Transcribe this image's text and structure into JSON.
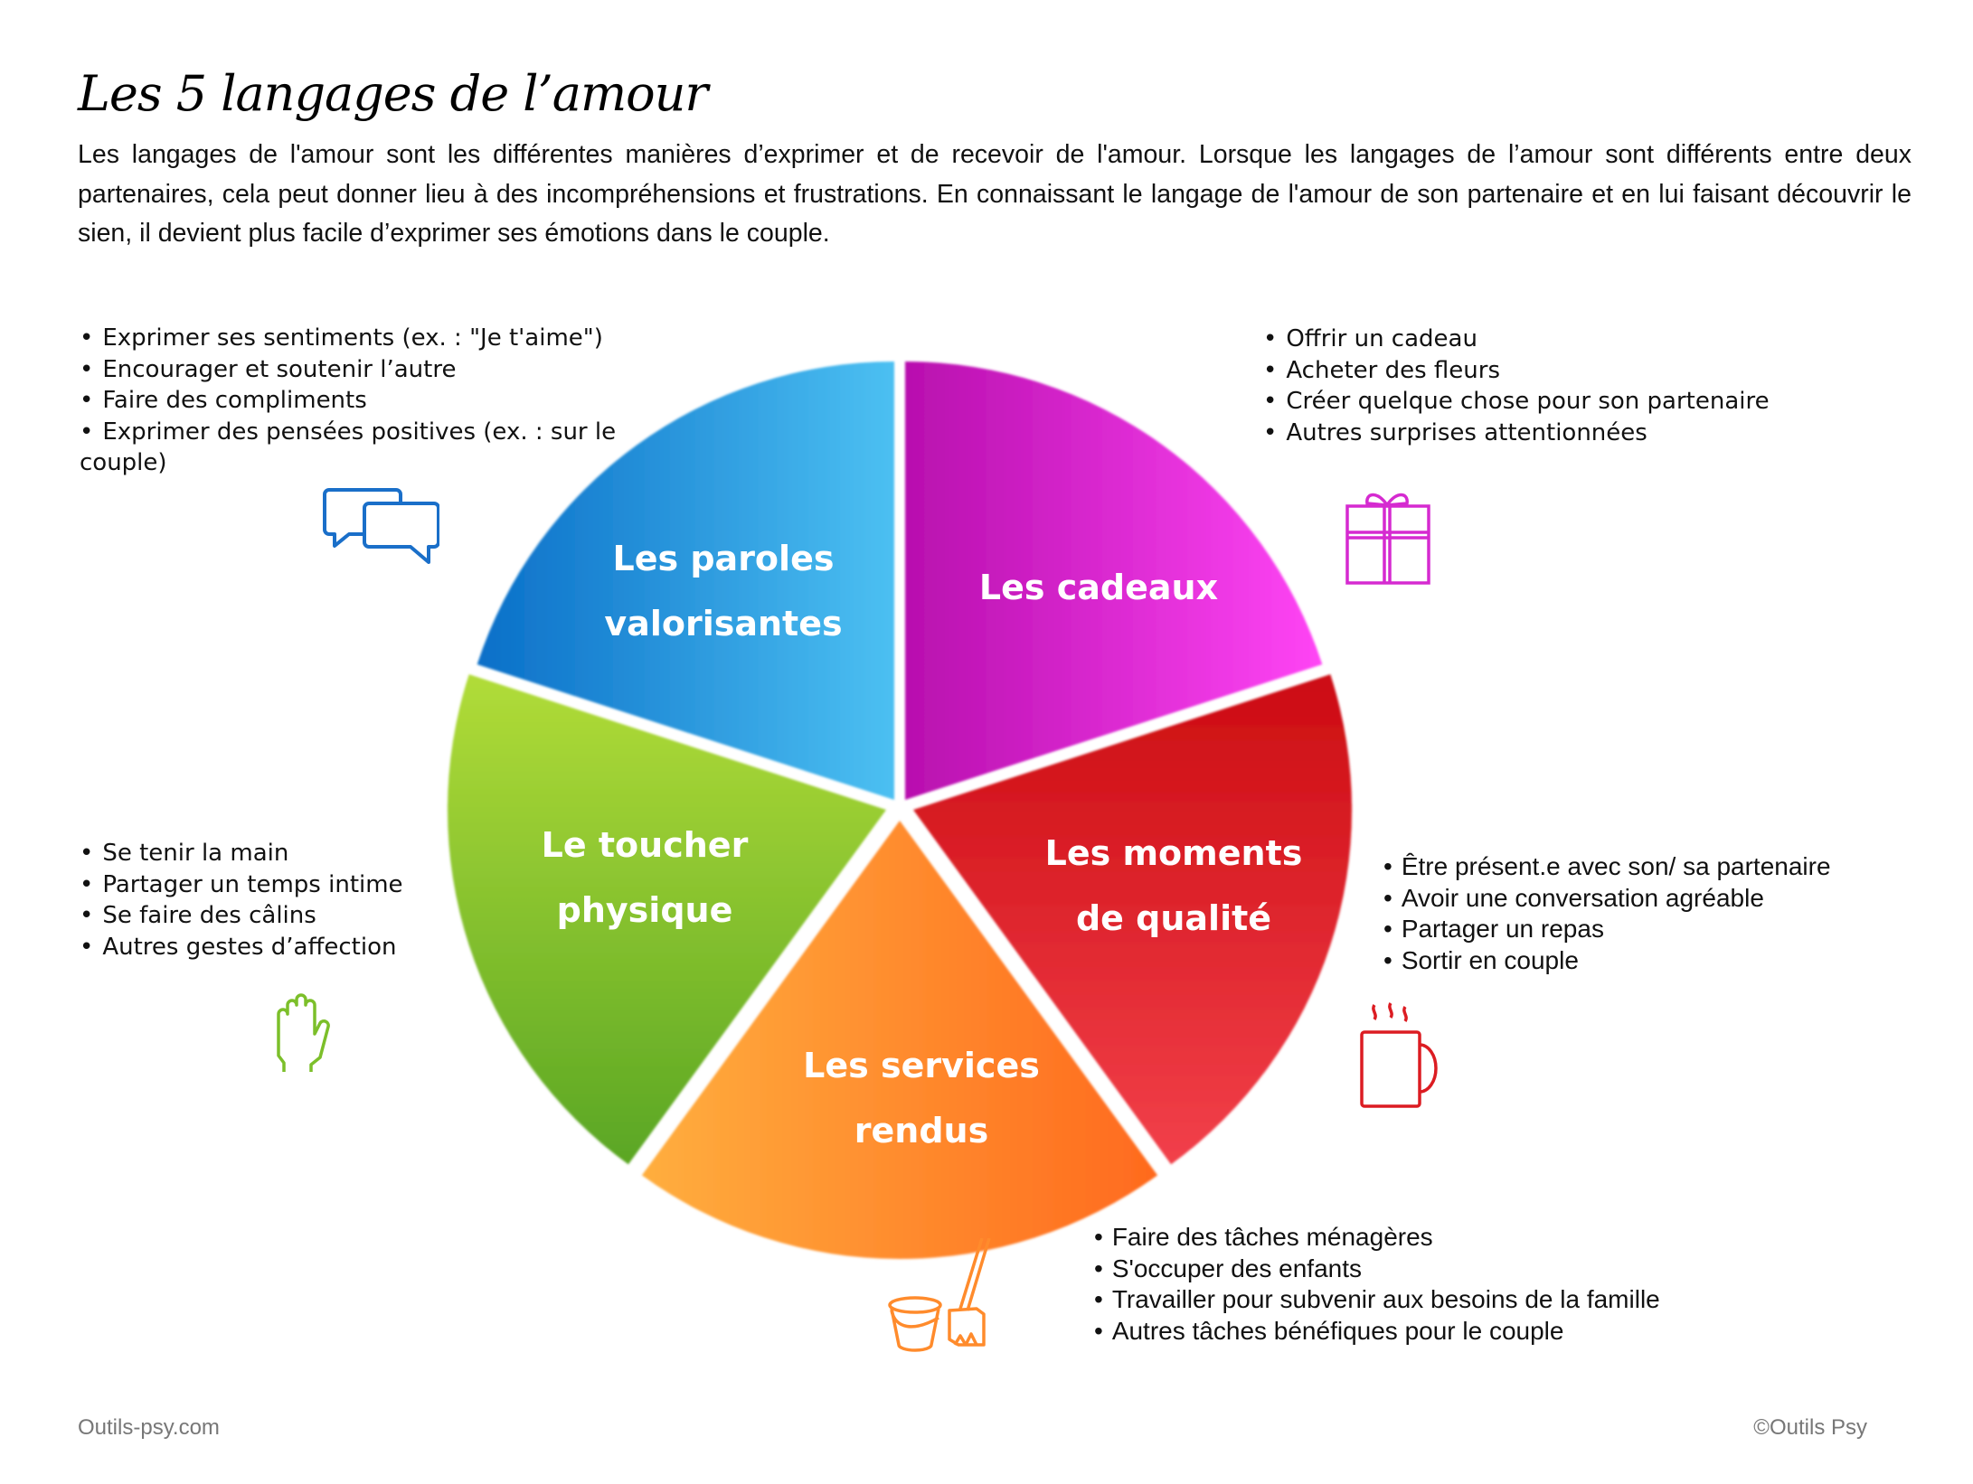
{
  "title": "Les 5 langages de l’amour",
  "intro": "Les langages de l'amour sont les différentes manières d’exprimer et de recevoir de l'amour. Lorsque les langages de l’amour sont différents entre deux partenaires, cela peut donner lieu à des incompréhensions et frustrations. En connaissant le langage de l'amour de son partenaire et en lui faisant découvrir le sien, il devient plus facile d’exprimer ses émotions dans le couple.",
  "segments": [
    {
      "id": "paroles",
      "label_line1": "Les paroles",
      "label_line2": "valorisantes",
      "color_start": "#0a6fc8",
      "color_end": "#4cc0f2",
      "icon": "speech-bubbles-icon",
      "items": [
        "Exprimer ses sentiments (ex. : \"Je t'aime\")",
        "Encourager et soutenir l’autre",
        "Faire des compliments",
        "Exprimer des pensées positives (ex. : sur le couple)"
      ]
    },
    {
      "id": "cadeaux",
      "label_line1": "Les cadeaux",
      "label_line2": "",
      "color_start": "#b80fae",
      "color_end": "#ff45f5",
      "icon": "gift-icon",
      "items": [
        "Offrir un cadeau",
        "Acheter des fleurs",
        "Créer quelque chose pour son partenaire",
        "Autres surprises attentionnées"
      ]
    },
    {
      "id": "moments",
      "label_line1": "Les moments",
      "label_line2": "de qualité",
      "color_start": "#cc0c12",
      "color_end": "#f2404a",
      "icon": "coffee-mug-icon",
      "items": [
        "Être présent.e avec son/ sa partenaire",
        "Avoir une conversation agréable",
        "Partager un repas",
        "Sortir en couple"
      ]
    },
    {
      "id": "services",
      "label_line1": "Les services",
      "label_line2": "rendus",
      "color_start": "#ffae3e",
      "color_end": "#ff6a1e",
      "icon": "bucket-broom-icon",
      "items": [
        "Faire des tâches ménagères",
        "S'occuper des enfants",
        "Travailler pour subvenir aux besoins de la famille",
        "Autres tâches bénéfiques pour le couple"
      ]
    },
    {
      "id": "toucher",
      "label_line1": "Le toucher",
      "label_line2": "physique",
      "color_start": "#b1dc38",
      "color_end": "#5aa624",
      "icon": "hand-icon",
      "items": [
        "Se tenir la main",
        "Partager un temps intime",
        "Se faire des câlins",
        "Autres gestes d’affection"
      ]
    }
  ],
  "footer": {
    "left": "Outils-psy.com",
    "right": "©Outils Psy"
  }
}
